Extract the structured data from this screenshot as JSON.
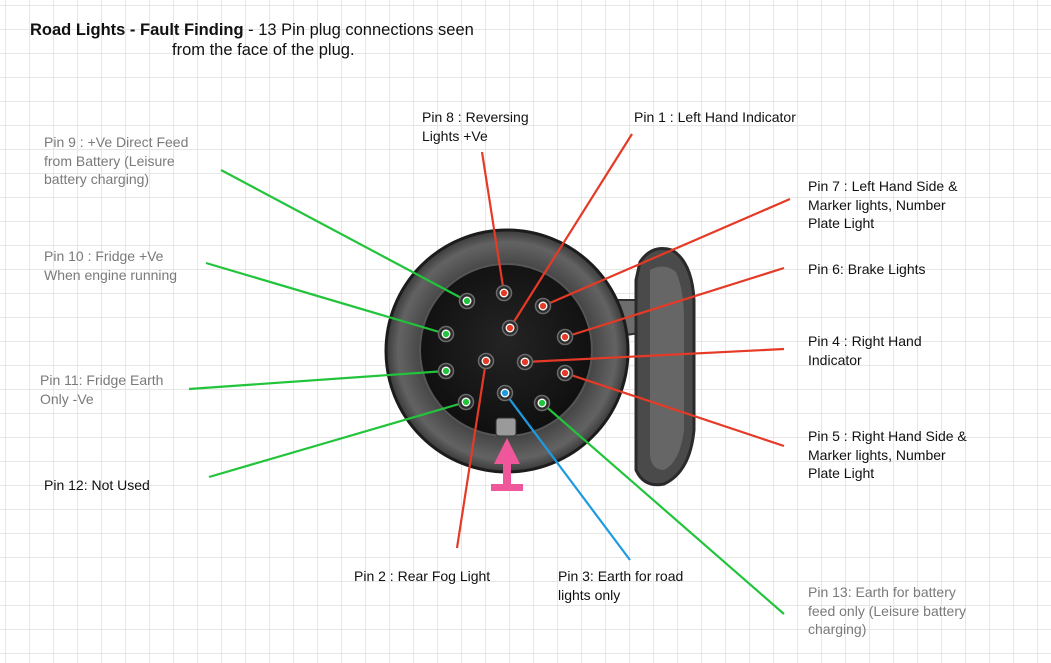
{
  "title": {
    "bold_part1": "Road Lights - ",
    "bold_part2": "Fault Finding",
    "rest_line1": " - 13 Pin plug connections seen",
    "line2": "from the face of the plug."
  },
  "colors": {
    "live_wire": "#e53a26",
    "leisure_wire": "#22c43b",
    "earth_road_wire": "#1e9be0",
    "arrow": "#f0579a",
    "plug_body": "#3a3a3a"
  },
  "labels": {
    "pin1": "Pin 1 : Left Hand Indicator",
    "pin2": "Pin 2 : Rear Fog Light",
    "pin3": "Pin 3: Earth for road\nlights only",
    "pin4": "Pin 4 : Right Hand\nIndicator",
    "pin5": "Pin 5 : Right Hand Side &\nMarker lights, Number\nPlate Light",
    "pin6": "Pin 6: Brake Lights",
    "pin7": "Pin 7 : Left Hand Side &\nMarker lights, Number\nPlate Light",
    "pin8": "Pin 8 : Reversing\nLights +Ve",
    "pin9": "Pin 9 : +Ve Direct Feed\nfrom Battery (Leisure\nbattery charging)",
    "pin10": "Pin 10 : Fridge +Ve\nWhen engine running",
    "pin11": "Pin 11: Fridge Earth\nOnly -Ve",
    "pin12": "Pin 12: Not Used",
    "pin13": "Pin 13: Earth for battery\nfeed only (Leisure battery\ncharging)"
  }
}
